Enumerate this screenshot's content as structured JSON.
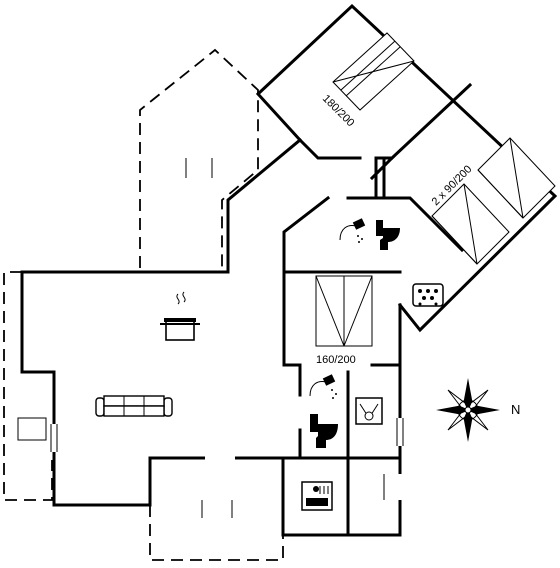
{
  "labels": {
    "bed_master": "180/200",
    "bed_twin": "2 x 90/200",
    "bed_small": "160/200",
    "compass_north": "N"
  },
  "icons": [
    "shower-icon",
    "toilet-icon",
    "hot-tub-icon",
    "stove-pot-icon",
    "sofa-icon",
    "washing-machine-icon",
    "sauna-icon",
    "compass-rose-icon"
  ]
}
